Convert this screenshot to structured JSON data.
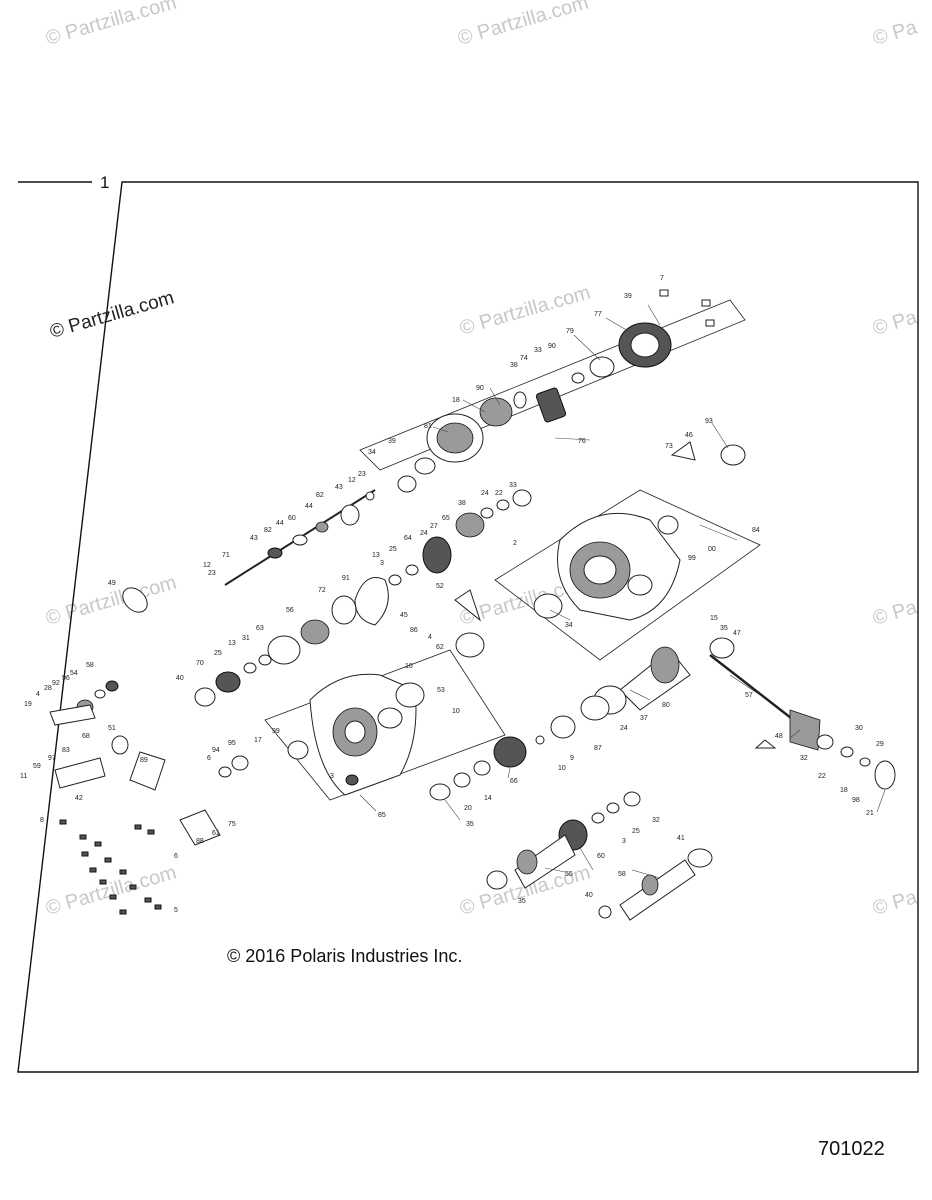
{
  "watermarks": [
    "© Partzilla.com",
    "© Partzilla.com",
    "© Pa",
    "© Partzilla.com",
    "© Partzilla.com",
    "© Pa",
    "© Partzilla.com",
    "© Pa",
    "© Partzilla.com",
    "© Partzilla.com",
    "© Pa"
  ],
  "frame_label": "1",
  "copyright": "© 2016 Polaris Industries Inc.",
  "figure_number": "701022",
  "callouts": [
    "7",
    "39",
    "77",
    "79",
    "33",
    "38",
    "90",
    "74",
    "90",
    "18",
    "81",
    "76",
    "34",
    "39",
    "93",
    "73",
    "46",
    "12",
    "23",
    "43",
    "82",
    "44",
    "60",
    "82",
    "44",
    "71",
    "43",
    "23",
    "12",
    "33",
    "22",
    "24",
    "38",
    "65",
    "27",
    "24",
    "64",
    "3",
    "13",
    "25",
    "91",
    "2",
    "84",
    "99",
    "00",
    "49",
    "72",
    "52",
    "56",
    "45",
    "86",
    "4",
    "62",
    "34",
    "15",
    "35",
    "47",
    "31",
    "63",
    "13",
    "25",
    "70",
    "40",
    "54",
    "58",
    "92",
    "96",
    "28",
    "4",
    "19",
    "16",
    "53",
    "10",
    "80",
    "57",
    "48",
    "37",
    "24",
    "9",
    "10",
    "87",
    "51",
    "68",
    "83",
    "97",
    "59",
    "11",
    "42",
    "89",
    "94",
    "95",
    "6",
    "17",
    "99",
    "3",
    "85",
    "66",
    "14",
    "20",
    "35",
    "32",
    "30",
    "29",
    "22",
    "18",
    "98",
    "21",
    "8",
    "61",
    "75",
    "88",
    "6",
    "32",
    "25",
    "3",
    "60",
    "55",
    "35",
    "41",
    "58",
    "40",
    "5"
  ]
}
